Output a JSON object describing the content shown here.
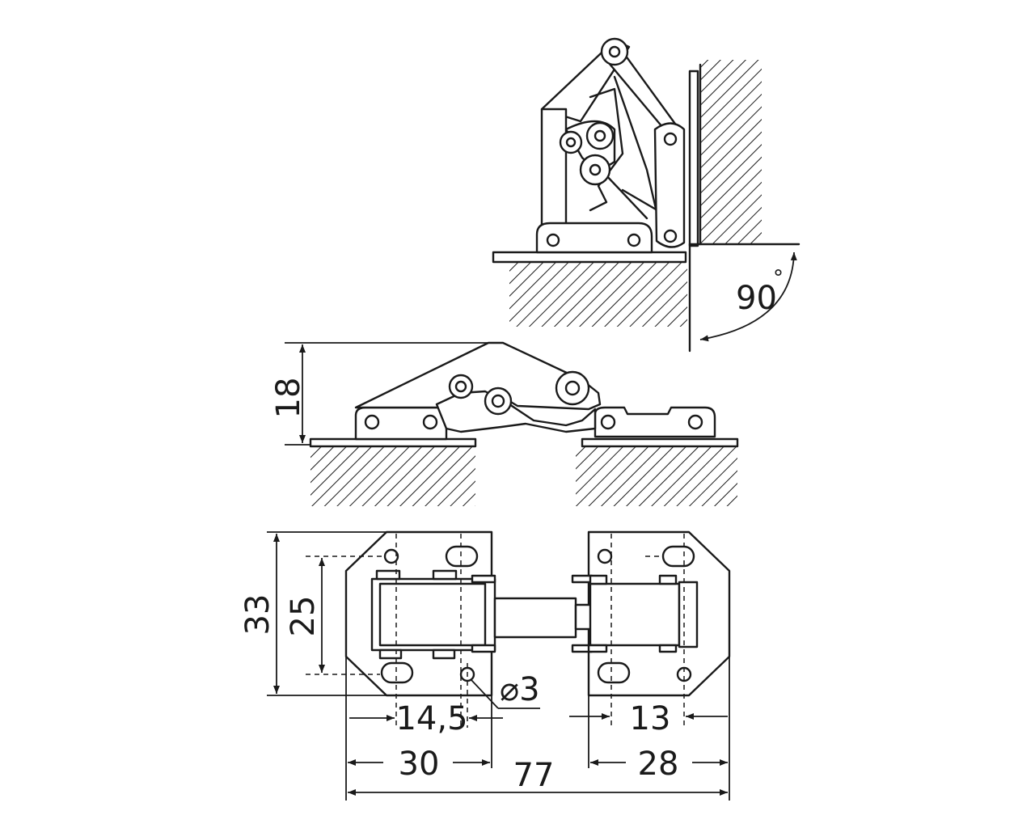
{
  "colors": {
    "line": "#1a1a1a",
    "background": "#ffffff"
  },
  "dimensions": {
    "angle": "90",
    "angle_unit": "°",
    "height_profile": "18",
    "height_total": "33",
    "height_holes": "25",
    "hole_diameter": "⌀3",
    "offset_left": "14,5",
    "offset_right": "13",
    "width_left_plate": "30",
    "width_right_plate": "28",
    "width_total": "77"
  }
}
